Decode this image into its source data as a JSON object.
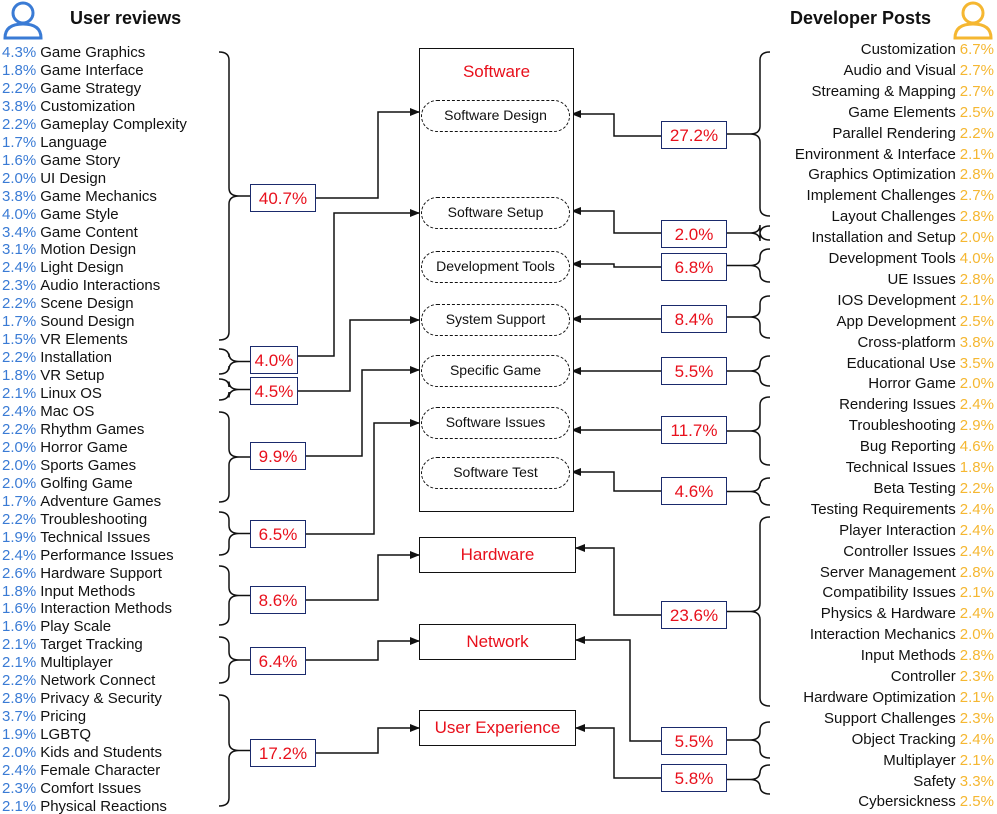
{
  "titles": {
    "left": "User reviews",
    "right": "Developer Posts"
  },
  "colors": {
    "user_pct": "#3a7bd5",
    "dev_pct": "#f5b731",
    "category": "#e8101c",
    "box_border": "#1a2a6c"
  },
  "categories": {
    "software": "Software",
    "hardware": "Hardware",
    "network": "Network",
    "user_experience": "User Experience"
  },
  "software_subs": [
    "Software  Design",
    "Software  Setup",
    "Development Tools",
    "System Support",
    "Specific Game",
    "Software Issues",
    "Software Test"
  ],
  "user_reviews": [
    {
      "pct": "4.3%",
      "label": "Game Graphics"
    },
    {
      "pct": "1.8%",
      "label": "Game Interface"
    },
    {
      "pct": "2.2%",
      "label": "Game Strategy"
    },
    {
      "pct": "3.8%",
      "label": "Customization"
    },
    {
      "pct": "2.2%",
      "label": "Gameplay Complexity"
    },
    {
      "pct": "1.7%",
      "label": "Language"
    },
    {
      "pct": "1.6%",
      "label": "Game Story"
    },
    {
      "pct": "2.0%",
      "label": "UI Design"
    },
    {
      "pct": "3.8%",
      "label": "Game Mechanics"
    },
    {
      "pct": "4.0%",
      "label": "Game Style"
    },
    {
      "pct": "3.4%",
      "label": "Game Content"
    },
    {
      "pct": "3.1%",
      "label": "Motion Design"
    },
    {
      "pct": "2.4%",
      "label": "Light Design"
    },
    {
      "pct": "2.3%",
      "label": "Audio Interactions"
    },
    {
      "pct": "2.2%",
      "label": "Scene Design"
    },
    {
      "pct": "1.7%",
      "label": "Sound Design"
    },
    {
      "pct": "1.5%",
      "label": "VR Elements"
    },
    {
      "pct": "2.2%",
      "label": "Installation"
    },
    {
      "pct": "1.8%",
      "label": "VR Setup"
    },
    {
      "pct": "2.1%",
      "label": "Linux OS"
    },
    {
      "pct": "2.4%",
      "label": "Mac OS"
    },
    {
      "pct": "2.2%",
      "label": "Rhythm Games"
    },
    {
      "pct": "2.0%",
      "label": "Horror Game"
    },
    {
      "pct": "2.0%",
      "label": "Sports Games"
    },
    {
      "pct": "2.0%",
      "label": "Golfing Game"
    },
    {
      "pct": "1.7%",
      "label": "Adventure Games"
    },
    {
      "pct": "2.2%",
      "label": "Troubleshooting"
    },
    {
      "pct": "1.9%",
      "label": "Technical Issues"
    },
    {
      "pct": "2.4%",
      "label": "Performance Issues"
    },
    {
      "pct": "2.6%",
      "label": "Hardware Support"
    },
    {
      "pct": "1.8%",
      "label": "Input Methods"
    },
    {
      "pct": "1.6%",
      "label": "Interaction Methods"
    },
    {
      "pct": "1.6%",
      "label": "Play Scale"
    },
    {
      "pct": "2.1%",
      "label": "Target Tracking"
    },
    {
      "pct": "2.1%",
      "label": "Multiplayer"
    },
    {
      "pct": "2.2%",
      "label": "Network Connect"
    },
    {
      "pct": "2.8%",
      "label": "Privacy & Security"
    },
    {
      "pct": "3.7%",
      "label": "Pricing"
    },
    {
      "pct": "1.9%",
      "label": "LGBTQ"
    },
    {
      "pct": "2.0%",
      "label": "Kids and Students"
    },
    {
      "pct": "2.4%",
      "label": "Female Character"
    },
    {
      "pct": "2.3%",
      "label": "Comfort Issues"
    },
    {
      "pct": "2.1%",
      "label": "Physical Reactions"
    }
  ],
  "developer_posts": [
    {
      "label": "Customization",
      "pct": "6.7%"
    },
    {
      "label": "Audio and Visual",
      "pct": "2.7%"
    },
    {
      "label": "Streaming & Mapping",
      "pct": "2.7%"
    },
    {
      "label": "Game Elements",
      "pct": "2.5%"
    },
    {
      "label": "Parallel Rendering",
      "pct": "2.2%"
    },
    {
      "label": "Environment & Interface",
      "pct": "2.1%"
    },
    {
      "label": "Graphics Optimization",
      "pct": "2.8%"
    },
    {
      "label": "Implement Challenges",
      "pct": "2.7%"
    },
    {
      "label": "Layout Challenges",
      "pct": "2.8%"
    },
    {
      "label": "Installation and Setup",
      "pct": "2.0%"
    },
    {
      "label": "Development Tools",
      "pct": "4.0%"
    },
    {
      "label": "UE Issues",
      "pct": "2.8%"
    },
    {
      "label": "IOS Development",
      "pct": "2.1%"
    },
    {
      "label": "App Development",
      "pct": "2.5%"
    },
    {
      "label": "Cross-platform",
      "pct": "3.8%"
    },
    {
      "label": "Educational Use",
      "pct": "3.5%"
    },
    {
      "label": "Horror Game",
      "pct": "2.0%"
    },
    {
      "label": "Rendering Issues",
      "pct": "2.4%"
    },
    {
      "label": "Troubleshooting",
      "pct": "2.9%"
    },
    {
      "label": "Bug Reporting",
      "pct": "4.6%"
    },
    {
      "label": "Technical Issues",
      "pct": "1.8%"
    },
    {
      "label": "Beta Testing",
      "pct": "2.2%"
    },
    {
      "label": "Testing Requirements",
      "pct": "2.4%"
    },
    {
      "label": "Player Interaction",
      "pct": "2.4%"
    },
    {
      "label": "Controller Issues",
      "pct": "2.4%"
    },
    {
      "label": "Server Management",
      "pct": "2.8%"
    },
    {
      "label": "Compatibility Issues",
      "pct": "2.1%"
    },
    {
      "label": "Physics & Hardware",
      "pct": "2.4%"
    },
    {
      "label": "Interaction Mechanics",
      "pct": "2.0%"
    },
    {
      "label": "Input Methods",
      "pct": "2.8%"
    },
    {
      "label": "Controller",
      "pct": "2.3%"
    },
    {
      "label": "Hardware Optimization",
      "pct": "2.1%"
    },
    {
      "label": "Support Challenges",
      "pct": "2.3%"
    },
    {
      "label": "Object Tracking",
      "pct": "2.4%"
    },
    {
      "label": "Multiplayer",
      "pct": "2.1%"
    },
    {
      "label": "Safety",
      "pct": "3.3%"
    },
    {
      "label": "Cybersickness",
      "pct": "2.5%"
    }
  ],
  "left_groups": [
    "40.7%",
    "4.0%",
    "4.5%",
    "9.9%",
    "6.5%",
    "8.6%",
    "6.4%",
    "17.2%"
  ],
  "right_groups": [
    "27.2%",
    "2.0%",
    "6.8%",
    "8.4%",
    "5.5%",
    "11.7%",
    "4.6%",
    "23.6%",
    "5.5%",
    "5.8%"
  ]
}
